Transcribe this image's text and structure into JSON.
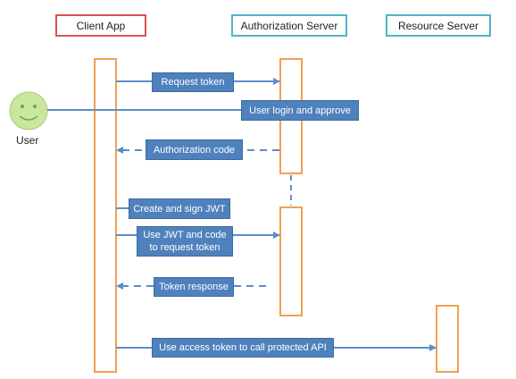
{
  "participants": {
    "client": "Client App",
    "auth": "Authorization Server",
    "resource": "Resource Server"
  },
  "actor": {
    "label": "User"
  },
  "messages": {
    "request_token": "Request token",
    "user_login": "User login and approve",
    "authorization_code": "Authorization code",
    "create_jwt": "Create and sign JWT",
    "use_jwt": "Use JWT and code to request token",
    "token_response": "Token response",
    "access_api": "Use access token to call protected API"
  },
  "colors": {
    "arrow": "#5b8ec9",
    "activation": "#f0a050",
    "label_fill": "#4f81bd",
    "client_border": "#d9534f",
    "server_border": "#4fb4c8",
    "actor_fill": "#c9e89c"
  }
}
